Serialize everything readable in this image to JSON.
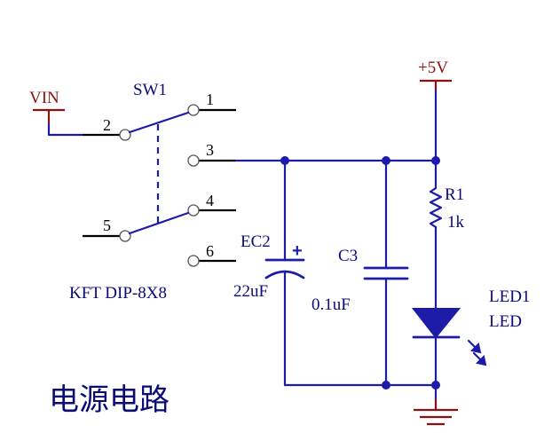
{
  "power": {
    "vin_label": "VIN",
    "vcc_label": "+5V"
  },
  "switch": {
    "ref": "SW1",
    "part": "KFT DIP-8X8",
    "pins": [
      "1",
      "2",
      "3",
      "4",
      "5",
      "6"
    ]
  },
  "ec2": {
    "ref": "EC2",
    "value": "22uF",
    "polarity": "+"
  },
  "c3": {
    "ref": "C3",
    "value": "0.1uF"
  },
  "r1": {
    "ref": "R1",
    "value": "1k"
  },
  "led1": {
    "ref": "LED1",
    "value": "LED"
  },
  "caption": "电源电路",
  "colors": {
    "wire": "#1c1ca8",
    "power": "#8b1111",
    "label": "#0a0a78",
    "pin": "#000000"
  }
}
